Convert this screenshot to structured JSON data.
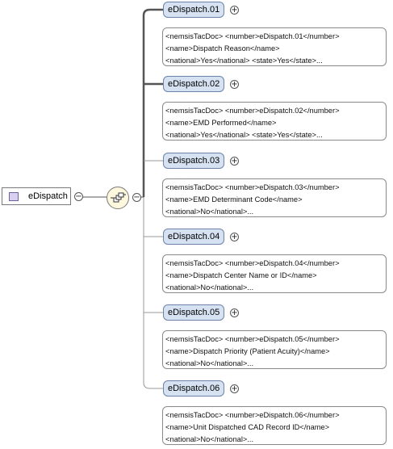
{
  "root": {
    "label": "eDispatch"
  },
  "elements": [
    {
      "label": "eDispatch.01",
      "doc": [
        "<nemsisTacDoc> <number>eDispatch.01</number>",
        "<name>Dispatch Reason</name>",
        "<national>Yes</national> <state>Yes</state>..."
      ]
    },
    {
      "label": "eDispatch.02",
      "doc": [
        "<nemsisTacDoc> <number>eDispatch.02</number>",
        "<name>EMD Performed</name>",
        "<national>Yes</national> <state>Yes</state>..."
      ]
    },
    {
      "label": "eDispatch.03",
      "doc": [
        "<nemsisTacDoc> <number>eDispatch.03</number>",
        "<name>EMD Determinant Code</name>",
        "<national>No</national>..."
      ]
    },
    {
      "label": "eDispatch.04",
      "doc": [
        "<nemsisTacDoc> <number>eDispatch.04</number>",
        "<name>Dispatch Center Name or ID</name>",
        "<national>No</national>..."
      ]
    },
    {
      "label": "eDispatch.05",
      "doc": [
        "<nemsisTacDoc> <number>eDispatch.05</number>",
        "<name>Dispatch Priority (Patient Acuity)</name>",
        "<national>No</national>..."
      ]
    },
    {
      "label": "eDispatch.06",
      "doc": [
        "<nemsisTacDoc> <number>eDispatch.06</number>",
        "<name>Unit Dispatched CAD Record ID</name>",
        "<national>No</national>..."
      ]
    }
  ],
  "expander": {
    "collapse": "−",
    "expand": "+"
  }
}
